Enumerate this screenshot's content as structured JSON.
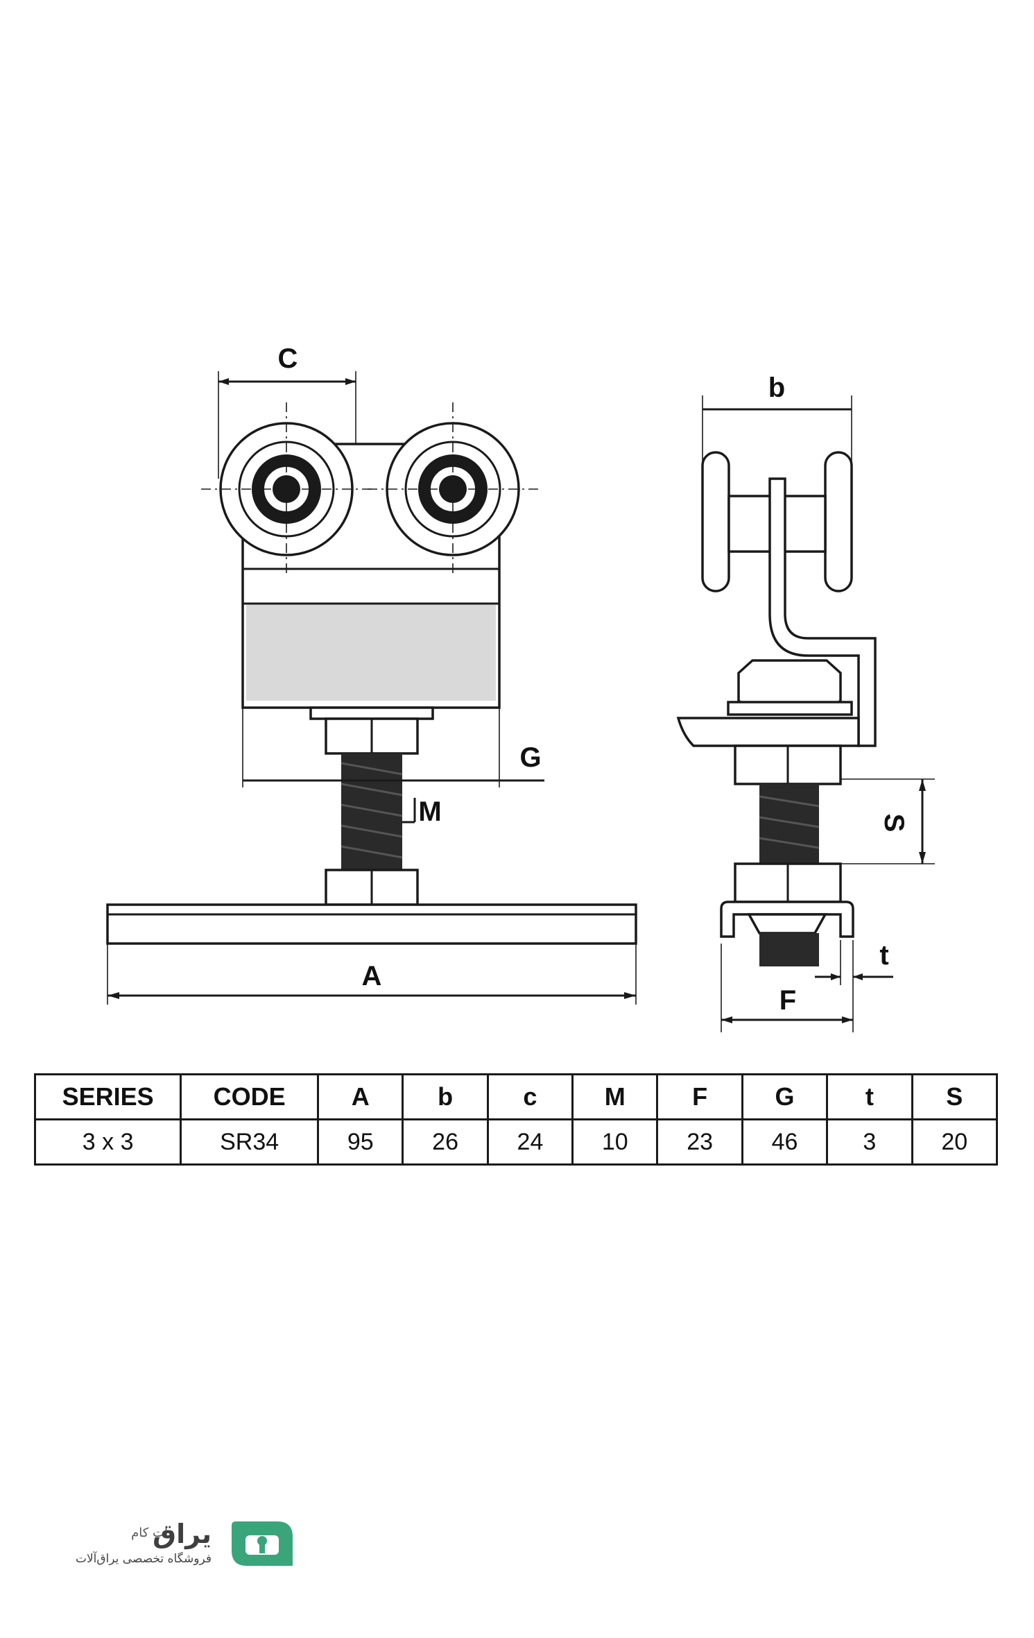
{
  "dimension_labels": {
    "C": "C",
    "b": "b",
    "G": "G",
    "M": "M",
    "S": "S",
    "A": "A",
    "t": "t",
    "F": "F"
  },
  "table": {
    "headers": [
      "SERIES",
      "CODE",
      "A",
      "b",
      "c",
      "M",
      "F",
      "G",
      "t",
      "S"
    ],
    "rows": [
      [
        "3 x 3",
        "SR34",
        "95",
        "26",
        "24",
        "10",
        "23",
        "46",
        "3",
        "20"
      ]
    ]
  },
  "logo": {
    "name": "یراق",
    "suffix": "دات کام",
    "tagline": "فروشگاه تخصصی یراق‌آلات",
    "color": "#3aa57a"
  }
}
